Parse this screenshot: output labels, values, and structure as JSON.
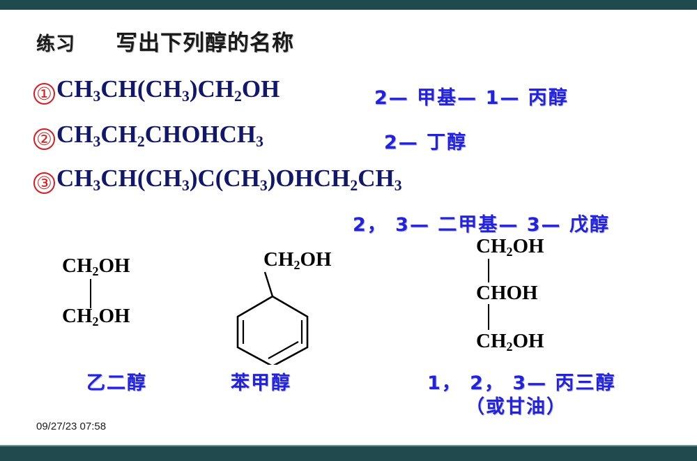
{
  "slide": {
    "theme": {
      "bar_color": "#204a4d",
      "bar_rule_color": "#6f9193",
      "background": "#ffffff",
      "formula_color": "#11176b",
      "answer_color": "#2222dd",
      "circle_number_color": "#d81c20",
      "structure_color": "#000000"
    },
    "title": {
      "label": "练习",
      "main": "写出下列醇的名称"
    },
    "timestamp": "09/27/23 07:58",
    "questions": [
      {
        "marker": "①",
        "formula_parts": [
          {
            "t": "CH"
          },
          {
            "t": "3",
            "sub": true
          },
          {
            "t": "CH(CH"
          },
          {
            "t": "3",
            "sub": true
          },
          {
            "t": ")CH"
          },
          {
            "t": "2",
            "sub": true
          },
          {
            "t": "OH"
          }
        ],
        "formula_plain": "CH3CH(CH3)CH2OH",
        "answer": "2— 甲基— 1— 丙醇"
      },
      {
        "marker": "②",
        "formula_parts": [
          {
            "t": "CH"
          },
          {
            "t": "3",
            "sub": true
          },
          {
            "t": "CH"
          },
          {
            "t": "2",
            "sub": true
          },
          {
            "t": "CHOHCH"
          },
          {
            "t": "3",
            "sub": true
          }
        ],
        "formula_plain": "CH3CH2CHOHCH3",
        "answer": "2— 丁醇"
      },
      {
        "marker": "③",
        "formula_parts": [
          {
            "t": "CH"
          },
          {
            "t": "3",
            "sub": true
          },
          {
            "t": "CH(CH"
          },
          {
            "t": "3",
            "sub": true
          },
          {
            "t": ")C(CH"
          },
          {
            "t": "3",
            "sub": true
          },
          {
            "t": ")OHCH"
          },
          {
            "t": "2",
            "sub": true
          },
          {
            "t": "CH"
          },
          {
            "t": "3",
            "sub": true
          }
        ],
        "formula_plain": "CH3CH(CH3)C(CH3)OHCH2CH3",
        "answer": "2， 3— 二甲基— 3— 戊醇"
      }
    ],
    "structures": [
      {
        "id": "ethylene-glycol",
        "atoms": [
          "CH2OH",
          "CH2OH"
        ],
        "label": "乙二醇"
      },
      {
        "id": "benzyl-alcohol",
        "atoms": [
          "CH2OH"
        ],
        "ring": "benzene",
        "label": "苯甲醇"
      },
      {
        "id": "glycerol",
        "atoms": [
          "CH2OH",
          "CHOH",
          "CH2OH"
        ],
        "label": "1， 2， 3— 丙三醇",
        "label_alt": "（或甘油）"
      }
    ]
  }
}
